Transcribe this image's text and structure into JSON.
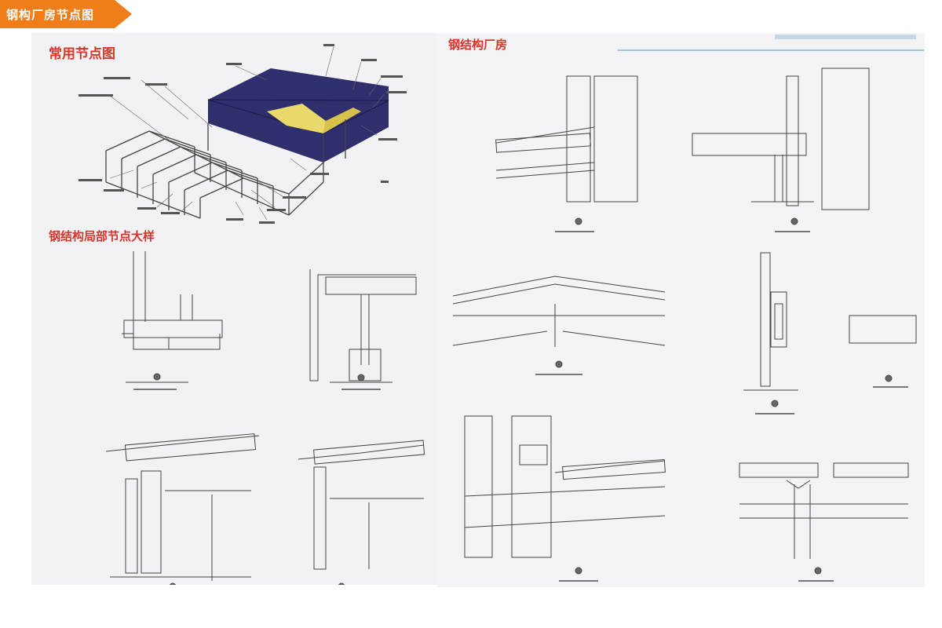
{
  "header": {
    "tag_label": "钢构厂房节点图",
    "accent": "#ef7d1a"
  },
  "left_page": {
    "title_top": "常用节点图",
    "title_mid": "钢结构局部节点大样"
  },
  "right_page": {
    "title": "钢结构厂房"
  },
  "colors": {
    "title_red": "#d9352b",
    "roof_navy": "#2f2f6e",
    "insulation": "#e9d96a",
    "line": "#333333"
  }
}
